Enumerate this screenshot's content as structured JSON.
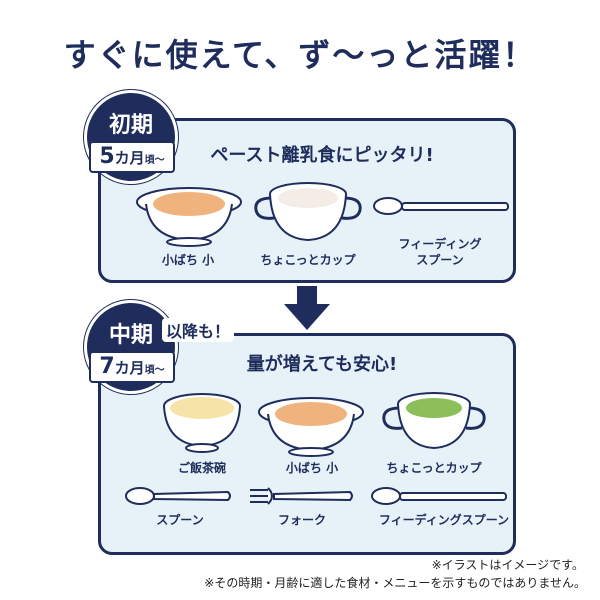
{
  "headline": "すぐに使えて、ず〜っと活躍！",
  "stage1": {
    "label": "初期",
    "age_num": "5",
    "age_unit": "カ月",
    "age_suffix": "頃〜",
    "title": "ペースト離乳食にピッタリ!",
    "items": [
      {
        "label": "小ばち 小",
        "icon": "small-bowl-icon"
      },
      {
        "label": "ちょこっとカップ",
        "icon": "handled-cup-icon"
      },
      {
        "label": "フィーディング\nスプーン",
        "icon": "feeding-spoon-icon"
      }
    ]
  },
  "stage2": {
    "label": "中期",
    "after": "以降も！",
    "age_num": "7",
    "age_unit": "カ月",
    "age_suffix": "頃〜",
    "title": "量が増えても安心!",
    "items": [
      {
        "label": "ご飯茶碗",
        "icon": "rice-bowl-icon"
      },
      {
        "label": "小ばち 小",
        "icon": "small-bowl-icon"
      },
      {
        "label": "ちょこっとカップ",
        "icon": "handled-cup-icon"
      },
      {
        "label": "スプーン",
        "icon": "spoon-icon"
      },
      {
        "label": "フォーク",
        "icon": "fork-icon"
      },
      {
        "label": "フィーディングスプーン",
        "icon": "feeding-spoon-icon"
      }
    ]
  },
  "notes": [
    "※イラストはイメージです。",
    "※その時期・月齢に適した食材・メニューを示すものではありません。"
  ],
  "colors": {
    "navy": "#1f2d5c",
    "panel": "#e6f1f8",
    "food_orange": "#f0b37e",
    "food_cream": "#f5e3a8",
    "food_green": "#8cbf5a",
    "food_white": "#f4ece6"
  }
}
